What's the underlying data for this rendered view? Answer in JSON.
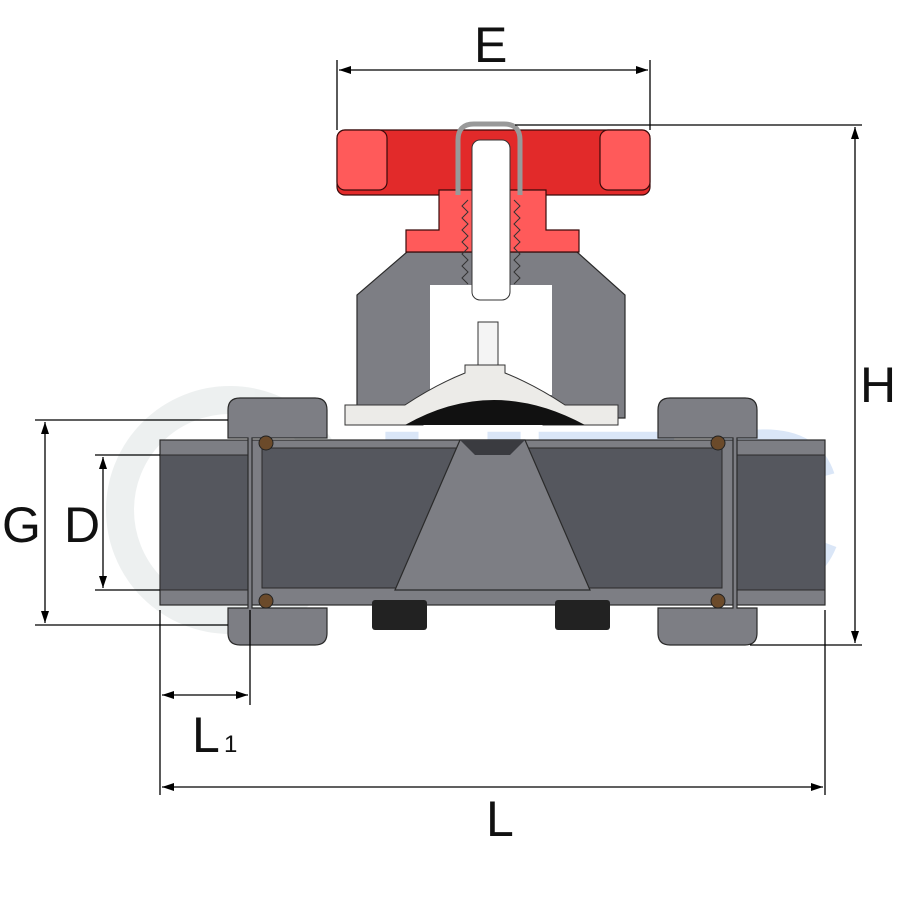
{
  "title": "Diaphragm valve dimension drawing",
  "watermark": "HTC",
  "dimensions": {
    "E": "E",
    "H": "H",
    "G": "G",
    "D": "D",
    "L1_main": "L",
    "L1_sub": "1",
    "L": "L"
  },
  "colors": {
    "handle": "#e22a2a",
    "body": "#7d7e84",
    "diaphragm": "#ecebe8",
    "oring": "#6b4a2a"
  }
}
